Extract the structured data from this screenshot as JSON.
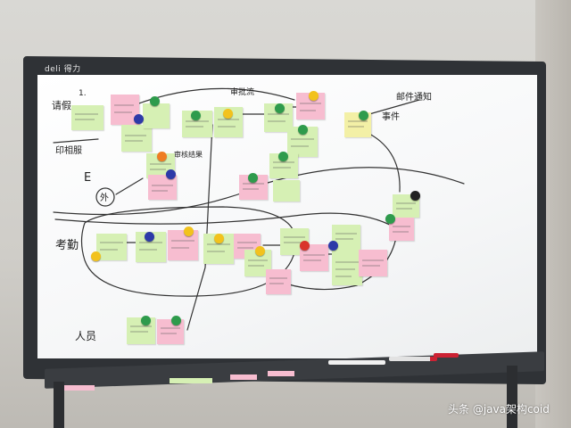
{
  "board": {
    "brand": "deli 得力"
  },
  "handwriting": {
    "left_top": "请假",
    "left_top_sub": "1.",
    "left_mid": "印相服",
    "left_e": "E",
    "circle_label": "外",
    "left_attendance": "考勤",
    "left_bottom": "人员",
    "top_center": "审批流",
    "top_right": "邮件通知",
    "right_mid": "事件",
    "middle_small": "审核结果"
  },
  "colors": {
    "green_note": "#d6f0b4",
    "pink_note": "#f7bdd0",
    "yellow_note": "#f3f0a6",
    "magnet_green": "#2e9b4c",
    "magnet_blue": "#2d3aa8",
    "magnet_yellow": "#f2c21d",
    "magnet_red": "#d9342b",
    "magnet_orange": "#ef7d22",
    "magnet_black": "#222222"
  },
  "watermark": "头条 @java架构coid"
}
